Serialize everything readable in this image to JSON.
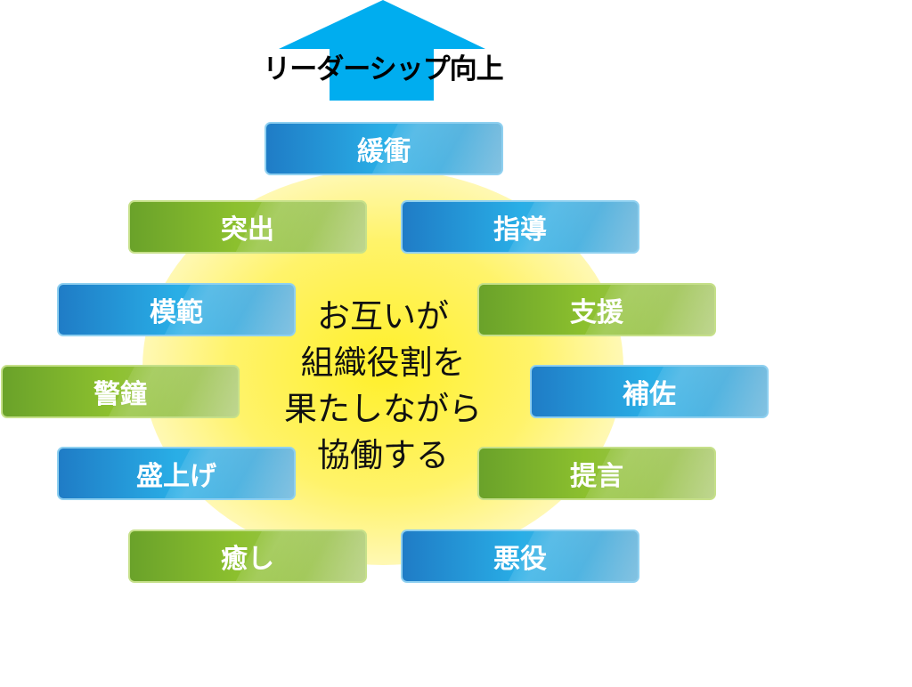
{
  "title": "リーダーシップ向上",
  "center_text": [
    "お互いが",
    "組織役割を",
    "果たしながら",
    "協働する"
  ],
  "roles": [
    {
      "label": "緩衝",
      "color": "blue"
    },
    {
      "label": "突出",
      "color": "green"
    },
    {
      "label": "指導",
      "color": "blue"
    },
    {
      "label": "模範",
      "color": "blue"
    },
    {
      "label": "支援",
      "color": "green"
    },
    {
      "label": "警鐘",
      "color": "green"
    },
    {
      "label": "補佐",
      "color": "blue"
    },
    {
      "label": "盛上げ",
      "color": "blue"
    },
    {
      "label": "提言",
      "color": "green"
    },
    {
      "label": "癒し",
      "color": "green"
    },
    {
      "label": "悪役",
      "color": "blue"
    }
  ],
  "colors": {
    "arrow": "#00adef",
    "blue": "#29aee6",
    "green": "#8cc02e",
    "glow": "#fff02a"
  }
}
